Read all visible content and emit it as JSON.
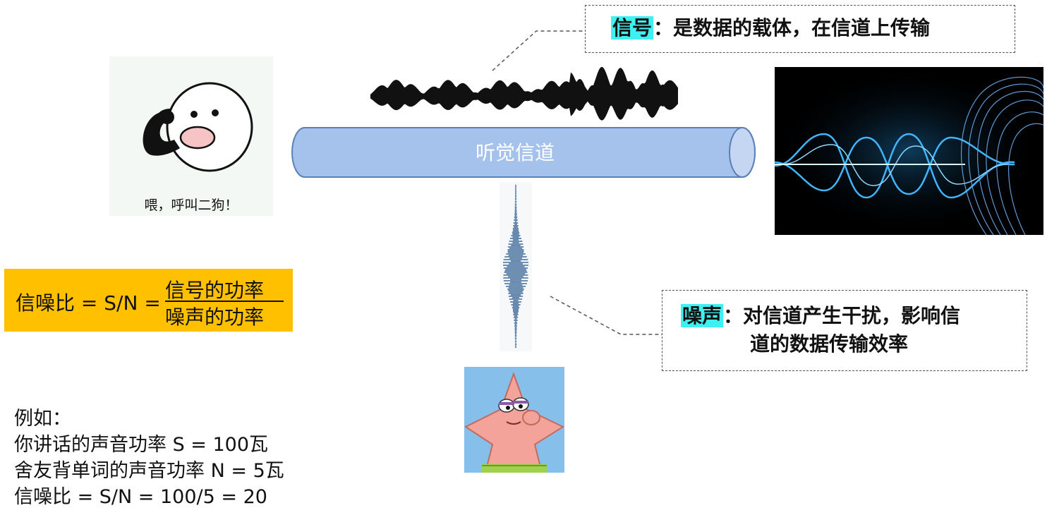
{
  "signal_callout": {
    "term": "信号",
    "text": "：是数据的载体，在信道上传输"
  },
  "noise_callout": {
    "term": "噪声",
    "line1": "：对信道产生干扰，影响信",
    "line2": "道的数据传输效率"
  },
  "channel": {
    "label": "听觉信道",
    "color": "#a4c2eb"
  },
  "sticker": {
    "caption": "喂，呼叫二狗！"
  },
  "formula": {
    "lhs": "信噪比 = S/N =",
    "numerator": "信号的功率",
    "denominator": "噪声的功率",
    "background": "#ffc000"
  },
  "example": {
    "heading": "例如：",
    "line1": "你讲话的声音功率 S = 100瓦",
    "line2": "舍友背单词的声音功率 N = 5瓦",
    "line3": "信噪比 = S/N = 100/5 = 20"
  },
  "colors": {
    "highlight": "#3ef0f0",
    "glow": "#2aa8ff"
  },
  "icons": [
    "phone-face-sticker",
    "speech-waveform",
    "noise-waveform",
    "ear-soundwave-image",
    "patrick-star-image"
  ]
}
